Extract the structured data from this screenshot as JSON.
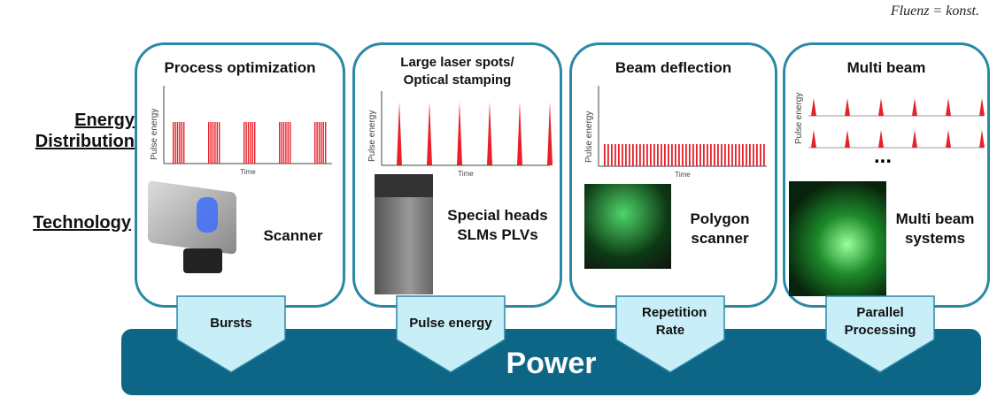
{
  "formula": "Fluenz = konst.",
  "row_labels": {
    "energy": "Energy Distribution",
    "technology": "Technology"
  },
  "panels": [
    {
      "title": "Process optimization",
      "technology": "Scanner",
      "arrow": "Bursts",
      "ylabel": "Pulse energy",
      "xlabel": "Time",
      "pattern": "bursts"
    },
    {
      "title": "Large laser spots/ Optical stamping",
      "technology": "Special heads SLMs PLVs",
      "arrow": "Pulse energy",
      "ylabel": "Pulse energy",
      "xlabel": "Time",
      "pattern": "high"
    },
    {
      "title": "Beam deflection",
      "technology": "Polygon scanner",
      "arrow": "Repetition Rate",
      "ylabel": "Pulse energy",
      "xlabel": "Time",
      "pattern": "dense"
    },
    {
      "title": "Multi beam",
      "technology": "Multi beam systems",
      "arrow": "Parallel Processing",
      "ylabel": "Pulse energy",
      "xlabel": "",
      "pattern": "multi",
      "ellipsis": "..."
    }
  ],
  "power": "Power",
  "colors": {
    "panel_border": "#2a89a6",
    "power_bar": "#0e6686",
    "arrow_fill": "#c8eef8",
    "pulse": "#e8202a"
  }
}
